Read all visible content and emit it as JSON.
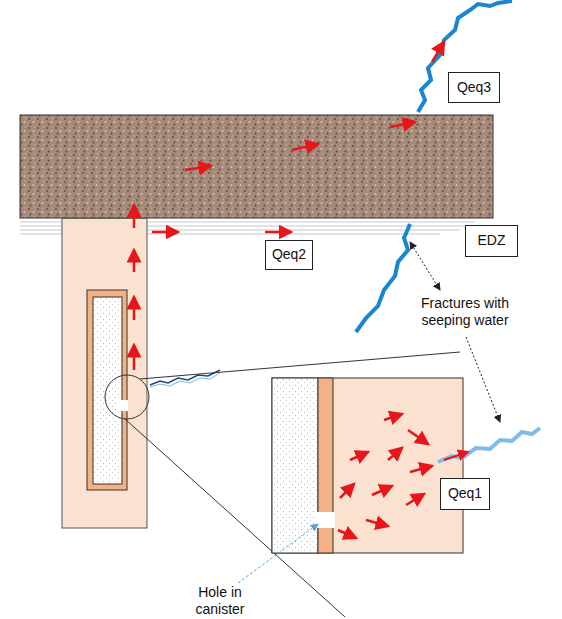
{
  "diagram": {
    "nodes": [
      {
        "text": [
          "Qeq3"
        ]
      },
      {
        "text": [
          "Qeq2"
        ]
      },
      {
        "text": [
          "EDZ"
        ]
      },
      {
        "text": [
          "Qeq1"
        ]
      }
    ],
    "labels": [
      "Fractures with seeping water",
      "Hole in canister"
    ]
  }
}
